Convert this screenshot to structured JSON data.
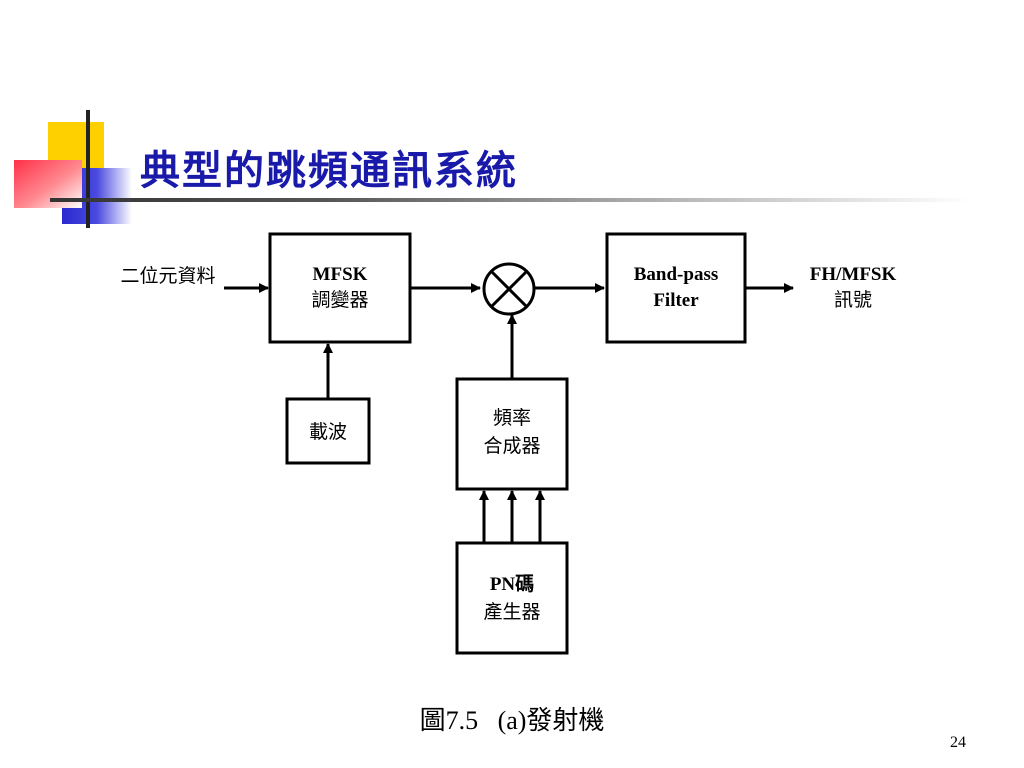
{
  "slide": {
    "title": "典型的跳頻通訊系統",
    "caption": "圖7.5   (a)發射機",
    "page_number": "24"
  },
  "diagram": {
    "input_label": "二位元資料",
    "mfsk_modulator": {
      "line1": "MFSK",
      "line2": "調變器"
    },
    "carrier": "載波",
    "mixer_symbol": "⊗",
    "synthesizer": {
      "line1": "頻率",
      "line2": "合成器"
    },
    "pn_generator": {
      "line1": "PN碼",
      "line2": "產生器"
    },
    "bandpass_filter": {
      "line1": "Band-pass",
      "line2": "Filter"
    },
    "output_label": {
      "line1": "FH/MFSK",
      "line2": "訊號"
    }
  },
  "colors": {
    "title": "#1a1aaa",
    "deco_yellow": "#ffd000",
    "deco_blue": "#2a2ad0",
    "deco_red": "#ff5060"
  }
}
